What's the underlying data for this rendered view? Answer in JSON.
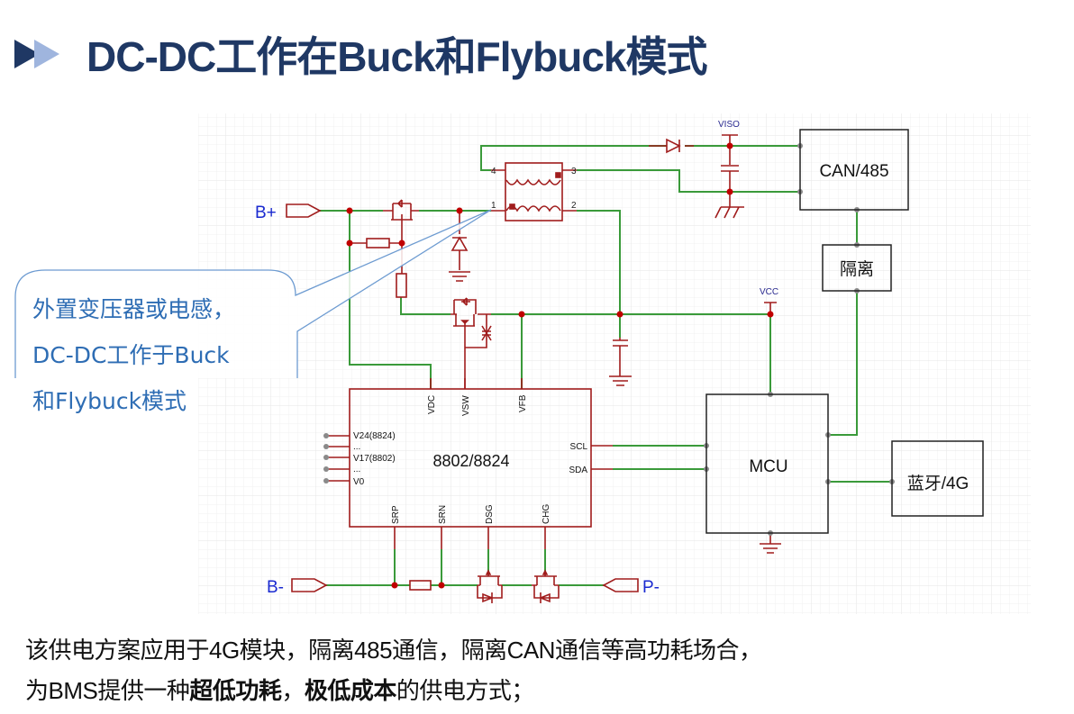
{
  "header": {
    "title": "DC-DC工作在Buck和Flybuck模式",
    "arrow_icon": "double-chevron-right-icon",
    "title_color": "#1f3864"
  },
  "callout": {
    "lines": [
      "外置变压器或电感，",
      "DC-DC工作于Buck",
      "和Flybuck模式"
    ],
    "color": "#2e6db4"
  },
  "schematic": {
    "wire_color": "#3a9a3a",
    "component_color": "#a01c1c",
    "block_color": "#222222",
    "net_labels": {
      "viso": "VISO",
      "vcc": "VCC"
    },
    "terminals": {
      "b_plus": "B+",
      "b_minus": "B-",
      "p_minus": "P-"
    },
    "transformer_pins": [
      "1",
      "2",
      "3",
      "4"
    ],
    "blocks": {
      "can485": "CAN/485",
      "isolation": "隔离",
      "mcu": "MCU",
      "bt4g": "蓝牙/4G"
    },
    "ic": {
      "name": "8802/8824",
      "top_pins": [
        "VDC",
        "VSW",
        "VFB"
      ],
      "bottom_pins": [
        "SRP",
        "SRN",
        "DSG",
        "CHG"
      ],
      "right_pins": [
        "SCL",
        "SDA"
      ],
      "left_pins": [
        "V24(8824)",
        "...",
        "V17(8802)",
        "...",
        "V0"
      ]
    }
  },
  "footer": {
    "line1": "该供电方案应用于4G模块，隔离485通信，隔离CAN通信等高功耗场合，",
    "line2_prefix": "为BMS提供一种",
    "line2_bold1": "超低功耗",
    "line2_sep": "，",
    "line2_bold2": "极低成本",
    "line2_suffix": "的供电方式；"
  }
}
